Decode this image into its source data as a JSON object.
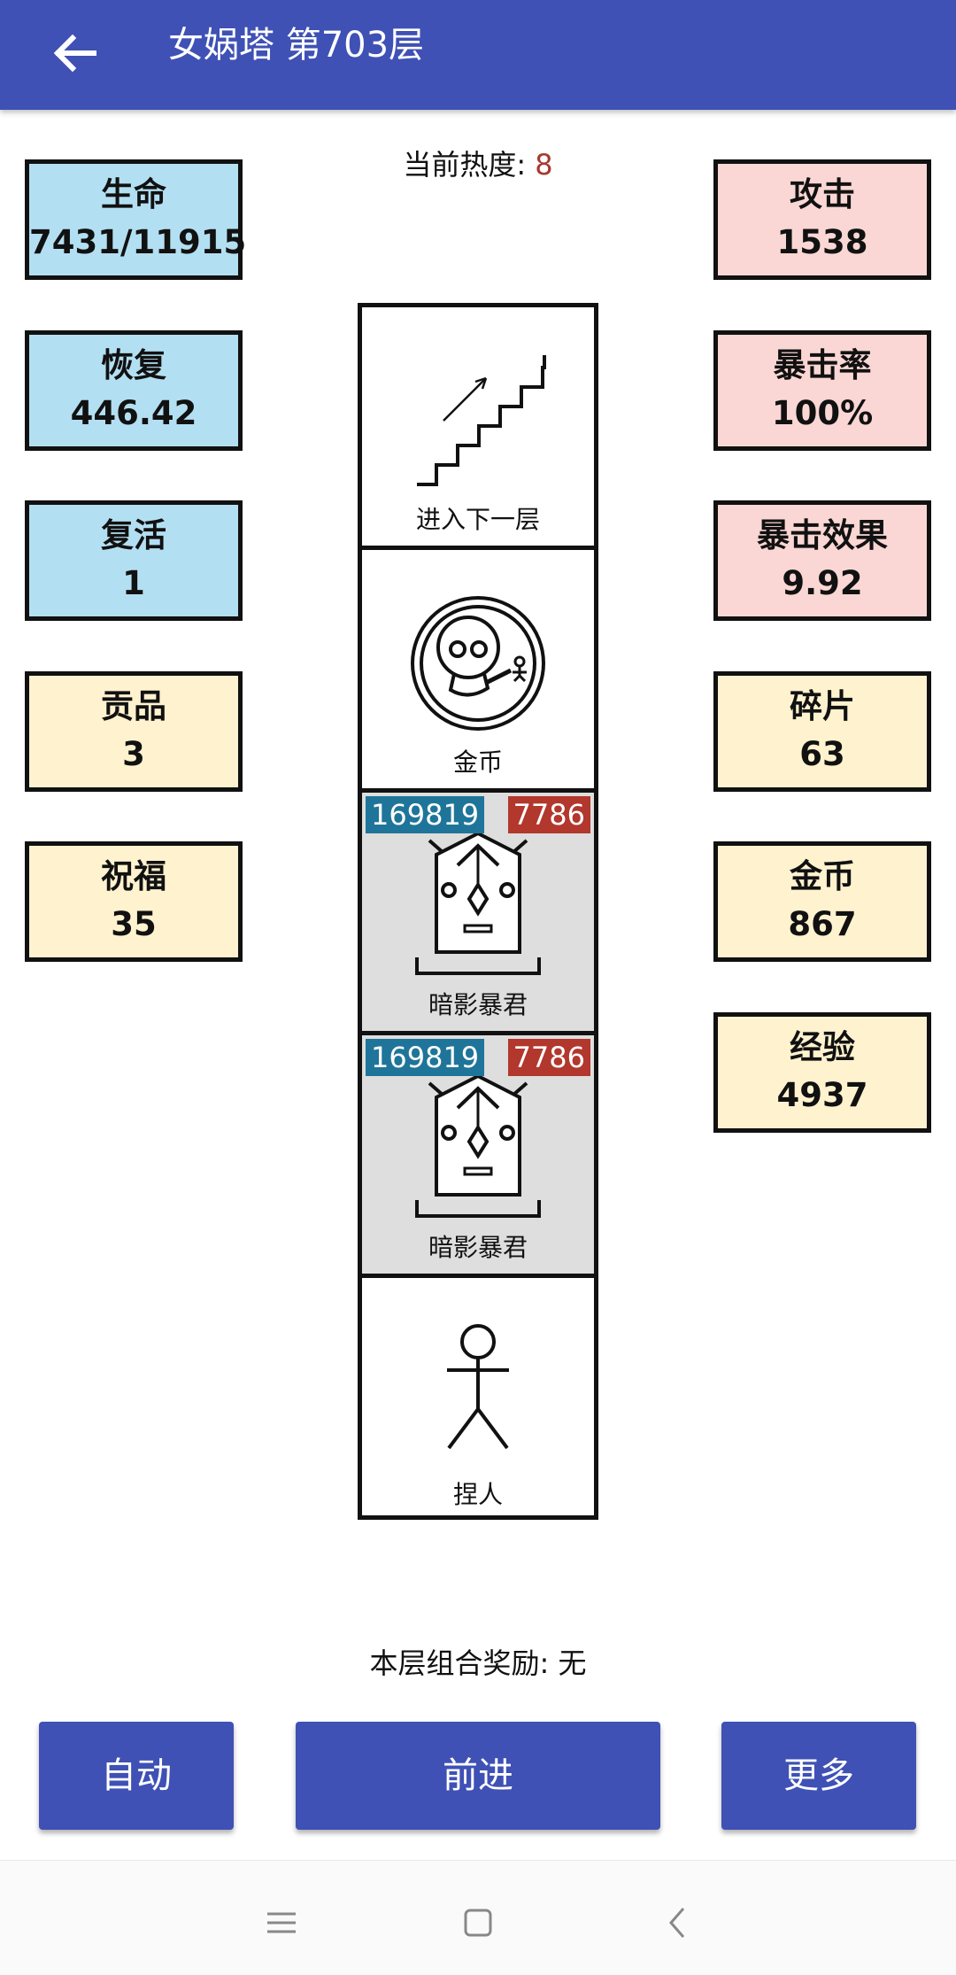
{
  "appbar": {
    "title": "女娲塔 第703层"
  },
  "heat": {
    "label": "当前热度:",
    "value": "8"
  },
  "stats_left": [
    {
      "label": "生命",
      "value": "7431/11915",
      "color": "#b3dff2"
    },
    {
      "label": "恢复",
      "value": "446.42",
      "color": "#b3dff2"
    },
    {
      "label": "复活",
      "value": "1",
      "color": "#b3dff2"
    },
    {
      "label": "贡品",
      "value": "3",
      "color": "#fff2cf"
    },
    {
      "label": "祝福",
      "value": "35",
      "color": "#fff2cf"
    }
  ],
  "stats_right": [
    {
      "label": "攻击",
      "value": "1538",
      "color": "#fad7d4"
    },
    {
      "label": "暴击率",
      "value": "100%",
      "color": "#fad7d4"
    },
    {
      "label": "暴击效果",
      "value": "9.92",
      "color": "#fad7d4"
    },
    {
      "label": "碎片",
      "value": "63",
      "color": "#fff2cf"
    },
    {
      "label": "金币",
      "value": "867",
      "color": "#fff2cf"
    },
    {
      "label": "经验",
      "value": "4937",
      "color": "#fff2cf"
    }
  ],
  "tower": [
    {
      "label": "进入下一层",
      "icon": "stairs-icon"
    },
    {
      "label": "金币",
      "icon": "coin-icon"
    },
    {
      "label": "暗影暴君",
      "icon": "monster-icon",
      "hp": "169819",
      "atk": "7786"
    },
    {
      "label": "暗影暴君",
      "icon": "monster-icon",
      "hp": "169819",
      "atk": "7786"
    },
    {
      "label": "捏人",
      "icon": "stick-figure-icon"
    }
  ],
  "combo": {
    "text": "本层组合奖励: 无"
  },
  "buttons": {
    "auto": "自动",
    "forward": "前进",
    "more": "更多"
  },
  "colors": {
    "primary": "#3f51b5",
    "hp_badge": "#1f7599",
    "atk_badge": "#b2372d",
    "heat_value": "#a8392e"
  }
}
